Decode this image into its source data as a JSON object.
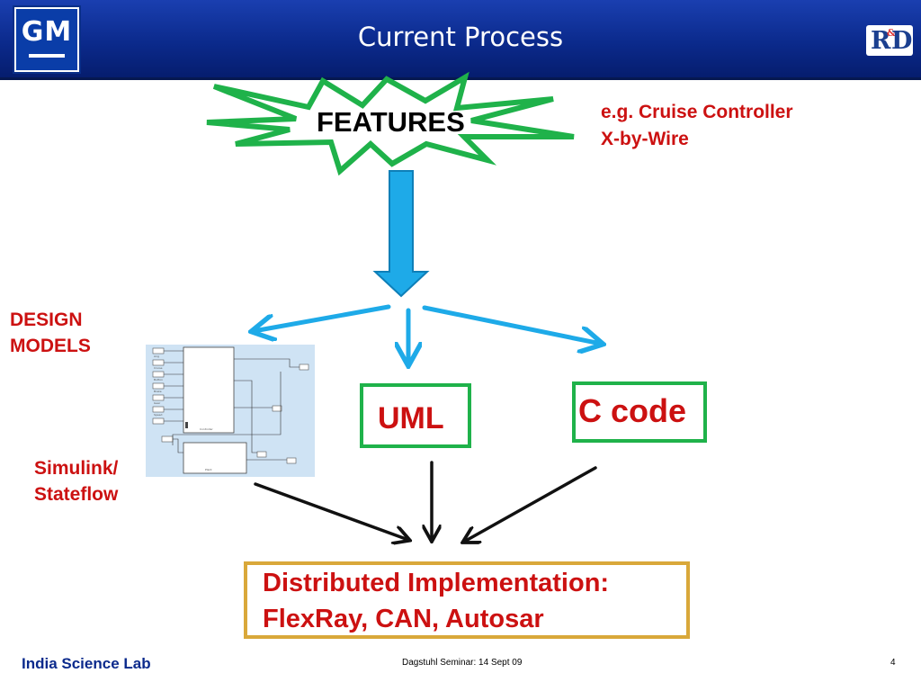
{
  "header": {
    "title": "Current Process",
    "logo_left": "GM",
    "logo_right": "R&D"
  },
  "diagram": {
    "features": "FEATURES",
    "examples": [
      "e.g. Cruise Controller",
      "X-by-Wire"
    ],
    "design_models": "DESIGN MODELS",
    "simulink": "Simulink/ Stateflow",
    "uml": "UML",
    "c_code": "C code",
    "implementation": [
      "Distributed Implementation:",
      "FlexRay, CAN, Autosar"
    ]
  },
  "footer": {
    "lab": "India Science Lab",
    "seminar": "Dagstuhl  Seminar: 14 Sept 09",
    "page": "4"
  },
  "colors": {
    "header_blue": "#0b2a8c",
    "star_green": "#1fb24a",
    "arrow_blue": "#1eaae8",
    "text_red": "#cc1111",
    "impl_border": "#d9a83a"
  },
  "icons": [
    "gm-logo",
    "rd-logo",
    "starburst",
    "arrow-down",
    "arrow-left",
    "arrow-right",
    "simulink-diagram-thumbnail"
  ]
}
